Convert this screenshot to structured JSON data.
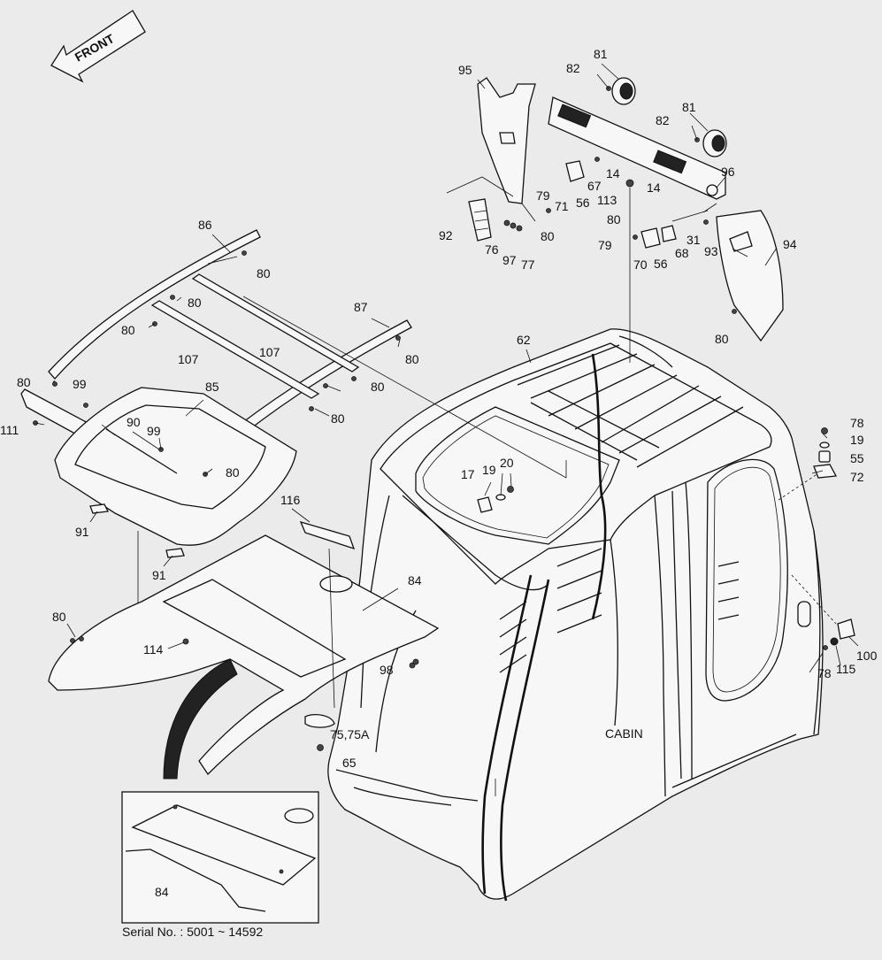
{
  "front_label": "FRONT",
  "cabin_label": "CABIN",
  "serial_note": "Serial No. : 5001 ~ 14592",
  "callouts": {
    "c95": "95",
    "c82a": "82",
    "c81a": "81",
    "c81b": "81",
    "c82b": "82",
    "c96": "96",
    "c14a": "14",
    "c67": "67",
    "c79a": "79",
    "c71": "71",
    "c56a": "56",
    "c113": "113",
    "c80a": "80",
    "c14b": "14",
    "c92": "92",
    "c76": "76",
    "c97": "97",
    "c77": "77",
    "c80b": "80",
    "c79b": "79",
    "c70": "70",
    "c56b": "56",
    "c68": "68",
    "c31": "31",
    "c93": "93",
    "c94": "94",
    "c80c": "80",
    "c86": "86",
    "c80d": "80",
    "c80e": "80",
    "c80f": "80",
    "c107a": "107",
    "c107b": "107",
    "c87": "87",
    "c80g": "80",
    "c80h": "80",
    "c99a": "99",
    "c80i": "80",
    "c80j": "80",
    "c85": "85",
    "c62": "62",
    "c111": "111",
    "c90": "90",
    "c99b": "99",
    "c80k": "80",
    "c78a": "78",
    "c19a": "19",
    "c55": "55",
    "c72": "72",
    "c17": "17",
    "c19b": "19",
    "c20": "20",
    "c91a": "91",
    "c116": "116",
    "c91b": "91",
    "c84a": "84",
    "c80l": "80",
    "c114": "114",
    "c98": "98",
    "c100": "100",
    "c115": "115",
    "c78b": "78",
    "c75": "75,75A",
    "c65": "65",
    "c84b": "84"
  }
}
